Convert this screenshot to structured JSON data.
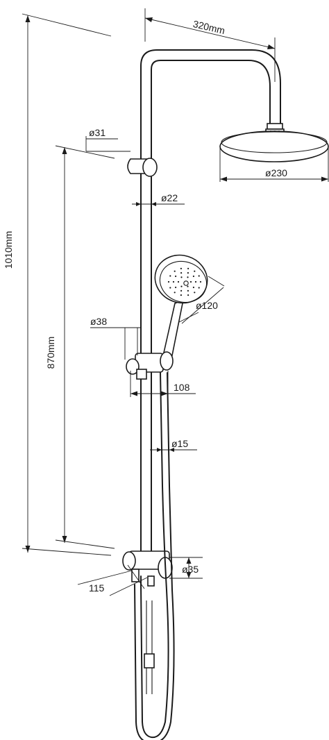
{
  "dimensions": {
    "total_height": "1010mm",
    "rail_length": "870mm",
    "arm_reach": "320mm",
    "head_diameter": "ø230",
    "top_bracket": "ø31",
    "rail_diameter": "ø22",
    "hand_shower": "ø120",
    "holder": "ø38",
    "holder_offset": "108",
    "hose": "ø15",
    "bottom_bracket": "ø35",
    "wall_offset": "115"
  },
  "colors": {
    "line": "#1a1a1a",
    "background": "#ffffff"
  }
}
